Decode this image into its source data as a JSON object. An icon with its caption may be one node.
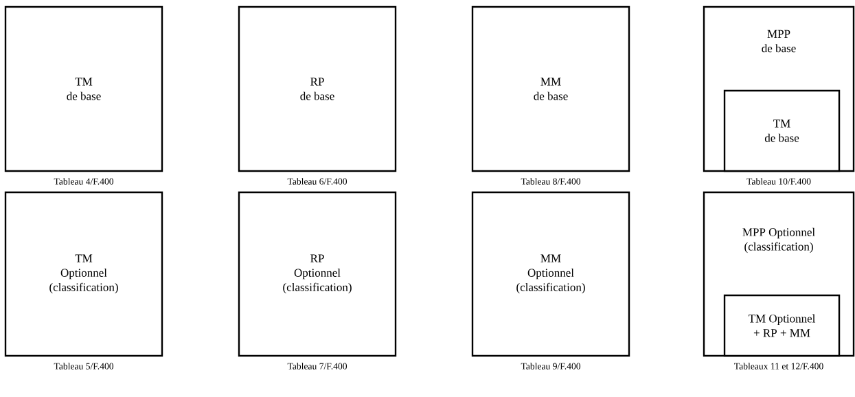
{
  "diagram": {
    "nodes": [
      {
        "text": [
          "TM",
          "de base"
        ],
        "beside": [
          "Tableau 4/F.400"
        ]
      },
      {
        "text": [
          "RP",
          "de base"
        ],
        "beside": [
          "Tableau 6/F.400"
        ]
      },
      {
        "text": [
          "MM",
          "de base"
        ],
        "beside": [
          "Tableau 8/F.400"
        ]
      },
      {
        "text": [
          "MPP",
          "de base"
        ],
        "beside": [
          "Tableau 10/F.400"
        ]
      },
      {
        "text": [
          "TM",
          "de base"
        ],
        "in": 3
      },
      {
        "text": [
          "TM",
          "Optionnel",
          "(classification)"
        ],
        "beside": [
          "Tableau 5/F.400"
        ]
      },
      {
        "text": [
          "RP",
          "Optionnel",
          "(classification)"
        ],
        "beside": [
          "Tableau 7/F.400"
        ]
      },
      {
        "text": [
          "MM",
          "Optionnel",
          "(classification)"
        ],
        "beside": [
          "Tableau 9/F.400"
        ]
      },
      {
        "text": [
          "MPP Optionnel",
          "(classification)"
        ],
        "beside": [
          "Tableaux 11 et 12/F.400"
        ]
      },
      {
        "text": [
          "TM Optionnel",
          "+ RP + MM"
        ],
        "in": 8
      }
    ]
  }
}
